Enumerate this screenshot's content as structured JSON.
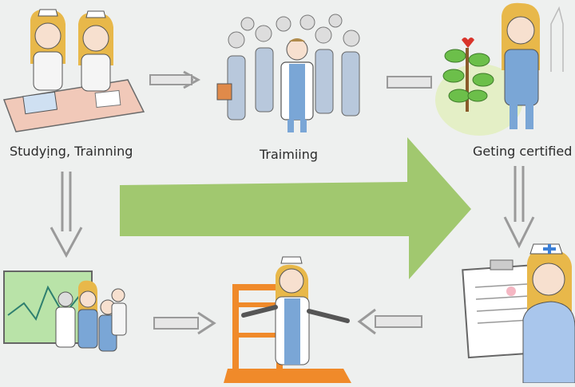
{
  "diagram": {
    "title": "",
    "steps": [
      {
        "id": "study",
        "label": "Studyịng, Trainning"
      },
      {
        "id": "training",
        "label": "Traimiing"
      },
      {
        "id": "certified",
        "label": "Geting certified"
      },
      {
        "id": "practice",
        "label": ""
      },
      {
        "id": "teaching",
        "label": ""
      },
      {
        "id": "nurse",
        "label": ""
      }
    ],
    "colors": {
      "big_arrow": "#9cc567",
      "small_arrow": "#9a9a9a",
      "scrub_blue": "#7aa6d6",
      "hair": "#e8b84a",
      "desk": "#f1c9b9",
      "podium": "#f08a2a",
      "screen": "#b9e3a8",
      "plant": "#6cbf4a"
    }
  }
}
